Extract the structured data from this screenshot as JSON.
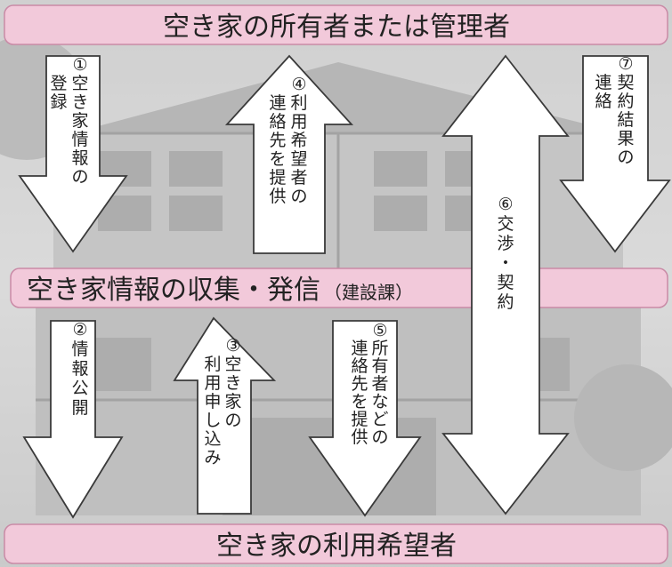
{
  "top_band": {
    "label": "空き家の所有者または管理者"
  },
  "middle_band": {
    "label": "空き家情報の収集・発信",
    "sub": "（建設課）"
  },
  "bottom_band": {
    "label": "空き家の利用希望者"
  },
  "steps": [
    {
      "num": "①",
      "lines": [
        "空き家情報の",
        "登録"
      ]
    },
    {
      "num": "②",
      "lines": [
        "情報公開"
      ]
    },
    {
      "num": "③",
      "lines": [
        "空き家の",
        "利用申し込み"
      ]
    },
    {
      "num": "④",
      "lines": [
        "利用希望者の",
        "連絡先を提供"
      ]
    },
    {
      "num": "⑤",
      "lines": [
        "所有者などの",
        "連絡先を提供"
      ]
    },
    {
      "num": "⑥",
      "lines": [
        "交渉・契約"
      ]
    },
    {
      "num": "⑦",
      "lines": [
        "契約結果の",
        "連絡"
      ]
    }
  ],
  "colors": {
    "band_fill": "#f2c9da",
    "band_stroke": "#c98aa6",
    "arrow_fill": "#ffffff",
    "arrow_stroke": "#3a3a3a"
  }
}
